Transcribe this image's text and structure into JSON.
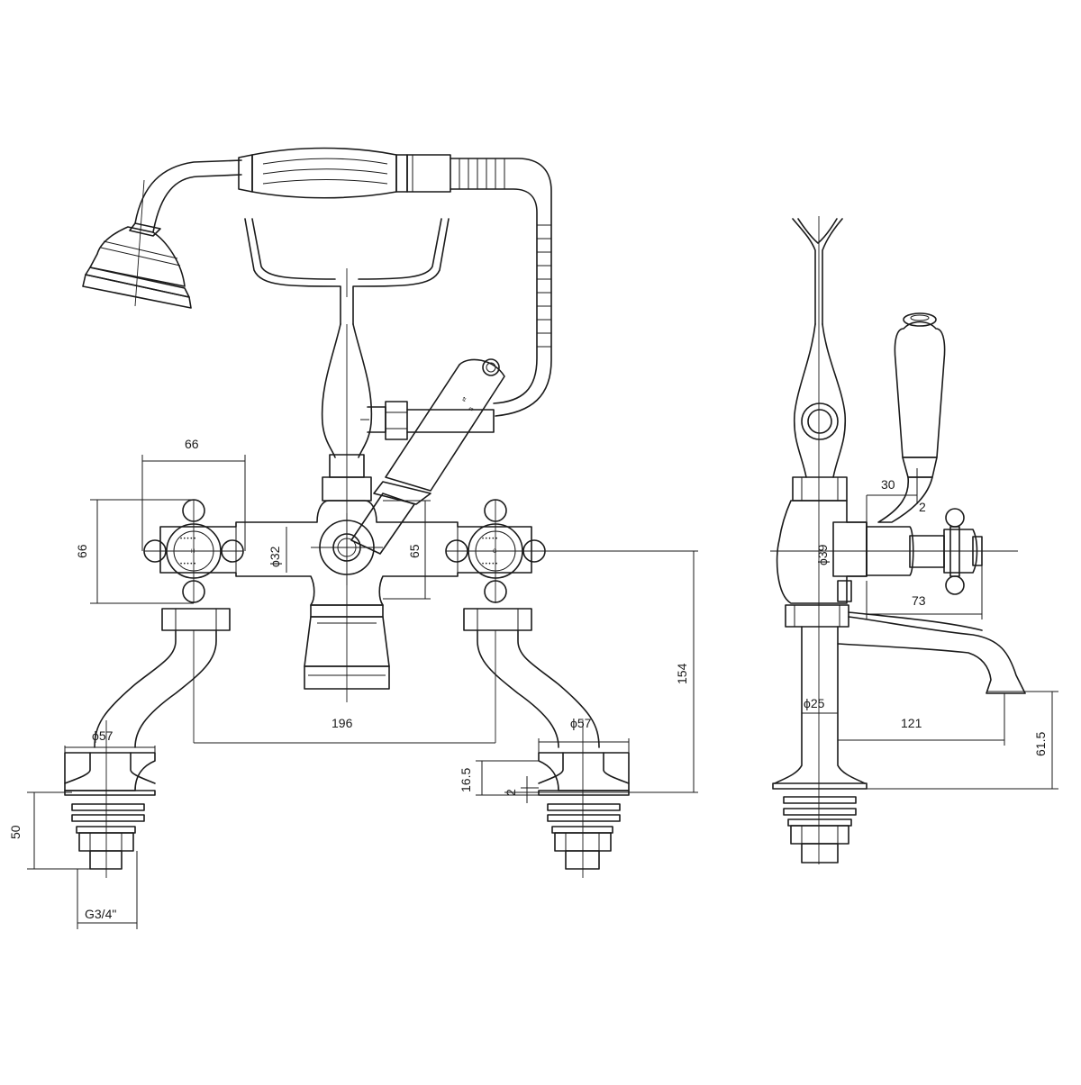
{
  "dimensions": {
    "handle_spacing_66": "66",
    "handle_height_66": "66",
    "body_dia_32": "ϕ32",
    "body_height_65": "65",
    "leg_spacing_196": "196",
    "overall_height_154": "154",
    "base_dia_left": "ϕ57",
    "base_dia_right": "ϕ57",
    "tail_length_50": "50",
    "thread_size": "G3/4\"",
    "base_height_16_5": "16.5",
    "base_step_2": "2",
    "side_lever_30": "30",
    "side_step_2": "2",
    "side_body_dia": "ϕ39",
    "side_depth_73": "73",
    "side_stem_dia": "ϕ25",
    "spout_reach_121": "121",
    "spout_height_61_5": "61.5"
  },
  "valve_labels": {
    "hot": "H",
    "cold": "C",
    "ring_text": "• • • • •"
  },
  "lever_labels": {
    "top": "⇄",
    "bottom": "⇅"
  },
  "colors": {
    "line": "#1a1a1a",
    "background": "#ffffff"
  }
}
